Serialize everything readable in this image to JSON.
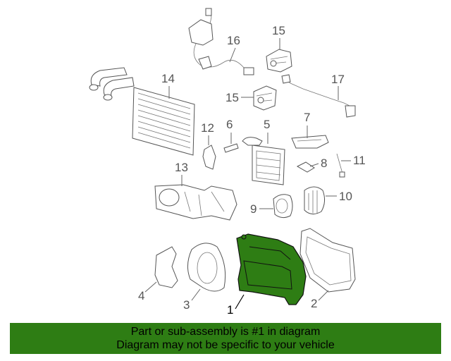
{
  "callouts": {
    "c1": "1",
    "c2": "2",
    "c3": "3",
    "c4": "4",
    "c5": "5",
    "c6": "6",
    "c7": "7",
    "c8": "8",
    "c9": "9",
    "c10": "10",
    "c11": "11",
    "c12": "12",
    "c13": "13",
    "c14": "14",
    "c15a": "15",
    "c15b": "15",
    "c16": "16",
    "c17": "17"
  },
  "colors": {
    "highlight": "#2e7d14",
    "line": "#555555"
  },
  "footer": {
    "line1": "Part or sub-assembly is #1 in diagram",
    "line2": "Diagram may not be specific to your vehicle"
  }
}
